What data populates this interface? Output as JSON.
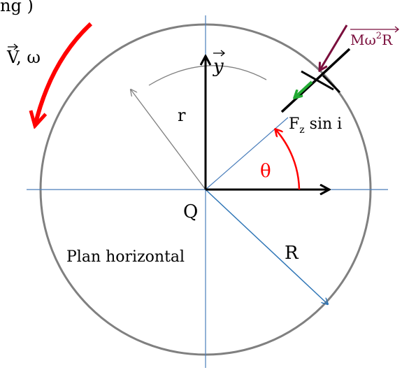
{
  "labels": {
    "top_fragment": "ng )",
    "velocity_v": "V",
    "velocity_suffix": ", ω",
    "y_axis": "y",
    "radius_small": "r",
    "force_label_f": "F",
    "force_label_z": "z",
    "force_label_rest": " sin i",
    "theta": "θ",
    "centrifugal_main": "Mω",
    "centrifugal_sup": "2",
    "centrifugal_end": "R",
    "center": "Q",
    "radius_big": "R",
    "plane": "Plan horizontal"
  },
  "colors": {
    "circle": "#808080",
    "axes": "#4a7ebb",
    "radius_R": "#2e75b6",
    "rotation_arrow": "#ff0000",
    "theta": "#ff0000",
    "centrifugal": "#7a0e3c",
    "force": "#22aa33",
    "black": "#000000",
    "small_radius": "#808080"
  }
}
